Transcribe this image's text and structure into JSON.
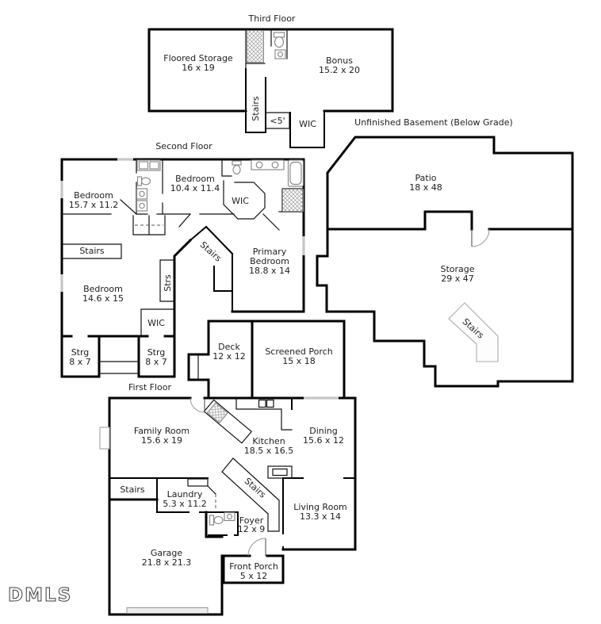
{
  "watermark": "DMLS",
  "colors": {
    "wall": "#000000",
    "fixture": "#8a8a8a",
    "window": "#c6c6c6",
    "text": "#1d1d1d"
  },
  "third": {
    "title": "Third Floor",
    "floored_storage": {
      "name": "Floored Storage",
      "dims": "16 x 19"
    },
    "bonus": {
      "name": "Bonus",
      "dims": "15.2 x 20"
    },
    "stairs": "Stairs",
    "low_clearance": "<5'",
    "wic": "WIC"
  },
  "second": {
    "title": "Second Floor",
    "bedroom1": {
      "name": "Bedroom",
      "dims": "15.7 x 11.2"
    },
    "bedroom2": {
      "name": "Bedroom",
      "dims": "10.4 x 11.4"
    },
    "wic2": "WIC",
    "stairs_hall": "Stairs",
    "stairs_diag": "Stairs",
    "primary": {
      "name": "Primary",
      "name2": "Bedroom",
      "dims": "18.8 x 14"
    },
    "bedroom3": {
      "name": "Bedroom",
      "dims": "14.6 x 15"
    },
    "strs": "Strs",
    "wic3": "WIC",
    "strg1": {
      "name": "Strg",
      "dims": "8 x 7"
    },
    "strg2": {
      "name": "Strg",
      "dims": "8 x 7"
    }
  },
  "basement": {
    "title": "Unfinished Basement (Below Grade)",
    "patio": {
      "name": "Patio",
      "dims": "18 x 48"
    },
    "storage": {
      "name": "Storage",
      "dims": "29 x 47"
    },
    "stairs": "Stairs"
  },
  "first": {
    "title": "First Floor",
    "deck": {
      "name": "Deck",
      "dims": "12 x 12"
    },
    "screened_porch": {
      "name": "Screened Porch",
      "dims": "15 x 18"
    },
    "family": {
      "name": "Family Room",
      "dims": "15.6 x 19"
    },
    "kitchen": {
      "name": "Kitchen",
      "dims": "18.5 x 16.5"
    },
    "dining": {
      "name": "Dining",
      "dims": "15.6 x 12"
    },
    "stairs_closet": "Stairs",
    "laundry": {
      "name": "Laundry",
      "dims": "5.3 x 11.2"
    },
    "stairs_diag": "Stairs",
    "living": {
      "name": "Living Room",
      "dims": "13.3 x 14"
    },
    "foyer": {
      "name": "Foyer",
      "dims": "12 x 9"
    },
    "garage": {
      "name": "Garage",
      "dims": "21.8 x 21.3"
    },
    "front_porch": {
      "name": "Front Porch",
      "dims": "5 x 12"
    }
  }
}
